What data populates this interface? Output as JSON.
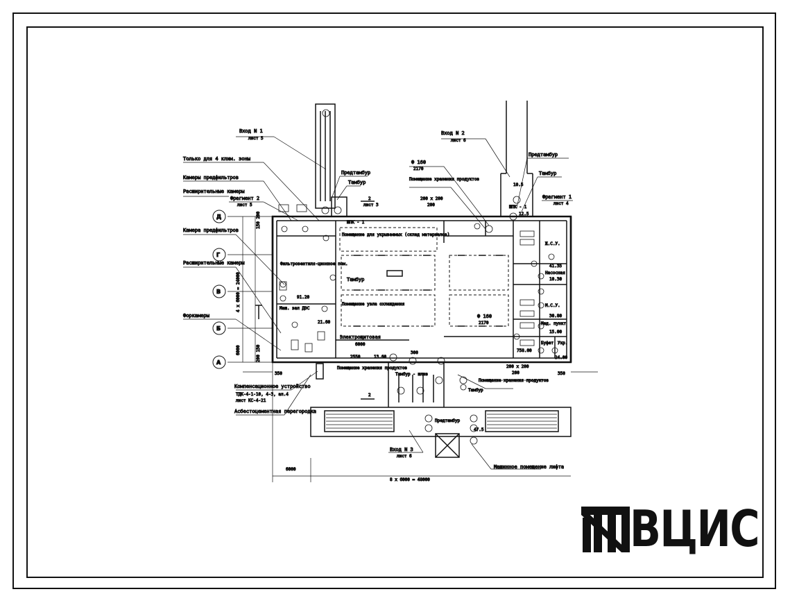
{
  "labels": {
    "entry1": "Вход N 1",
    "entry1_sheet": "лист 5",
    "entry2": "Вход N 2",
    "entry2_sheet": "лист 6",
    "entry3": "Вход N 3",
    "entry3_sheet": "лист 6",
    "only_4_zone": "Только для 4 клим. зоны",
    "prefilter_chambers": "Камеры предфильтров",
    "expansion_chambers_top": "Расширительные камеры",
    "fragment2": "Фрагмент 2",
    "fragment2_sheet": "лист 5",
    "prefilter_chamber": "Камера предфильтров",
    "expansion_chambers_left": "Расширительные камеры",
    "forchambers": "Форкамеры",
    "compensation_device": "Компенсационное устройство",
    "compensation_ref": "ТДК-4-1-10, 4-3, ал.4",
    "compensation_sheet": "лист КС-4-21",
    "asbestos_partition": "Асбестоцементная перегородка",
    "pretambur_top": "Предтамбур",
    "tambur_top": "Тамбур",
    "pretambur_right": "Предтамбур",
    "tambur_right": "Тамбур",
    "fragment1": "Фрагмент 1",
    "fragment1_sheet": "лист 4",
    "phi160_top": "Ф 160",
    "phi160_top_val": "2170",
    "storage_top": "Помещение хранения продуктов",
    "dim_200x200_top": "200 х 200",
    "dim_200_top": "200",
    "shpk1_left": "ШПК - 1",
    "shelter_room": "Помещение для укрываемых (склад материалов)",
    "filter_vent": "Фильтровентиля-ционное пом.",
    "filter_area": "91.20",
    "tambur_mid": "Тамбур",
    "cooling_room": "Помещение узла охлаждения",
    "machine_room": "Маш. зал ДЭС",
    "machine_area": "21.60",
    "electric_room": "Электрощитовая",
    "phi160_mid": "Ф 160",
    "phi160_mid_val": "2170",
    "storage_bottom_left": "Помещение хранения продуктов",
    "storage_bottom_right": "Помещение хранения продуктов",
    "tambur_sluice": "Тамбур - шлюз",
    "tambur_bottom": "Тамбур",
    "pretambur_bottom": "Предтамбур",
    "pretambur_bottom_val": "47.5",
    "lift_machine": "Машинное помещение лифта",
    "zhsu": "Ж.С.У.",
    "zhsu_area": "41.35",
    "pump_room": "Насосная",
    "pump_area": "10.30",
    "msu": "М.С.У.",
    "msu_area": "30.80",
    "med_post": "Мед. пункт",
    "med_area": "15.00",
    "buffet": "Буфет",
    "ukr": "Укр.",
    "area_758": "758.00",
    "area_24": "24.00",
    "dim_350_left": "350",
    "dim_350_right": "350",
    "dim_6000_left": "6000",
    "dim_4x6000": "4 х 6000 = 24000",
    "dim_8x6000": "8 х 6000 = 48000",
    "dim_6000_bottom": "6000",
    "dim_150_200": "150 200",
    "dim_200_150": "200 150",
    "sheet_ref_top": "2",
    "sheet_ref_top_b": "лист 3",
    "sheet_ref_bot": "2",
    "h105": "10.5",
    "h125": "12.5",
    "shpk1_right": "ШПК - 1",
    "dim_200x200_bot": "200 х 200",
    "dim_200_bot": "200",
    "dim_2550": "2550",
    "dim_6000": "6000",
    "dim_13_60": "13.60",
    "dim_300": "300"
  },
  "axes": {
    "d": "Д",
    "g": "Г",
    "v": "В",
    "b": "Б",
    "a": "А"
  },
  "logo": {
    "text": "ВЦИС"
  }
}
